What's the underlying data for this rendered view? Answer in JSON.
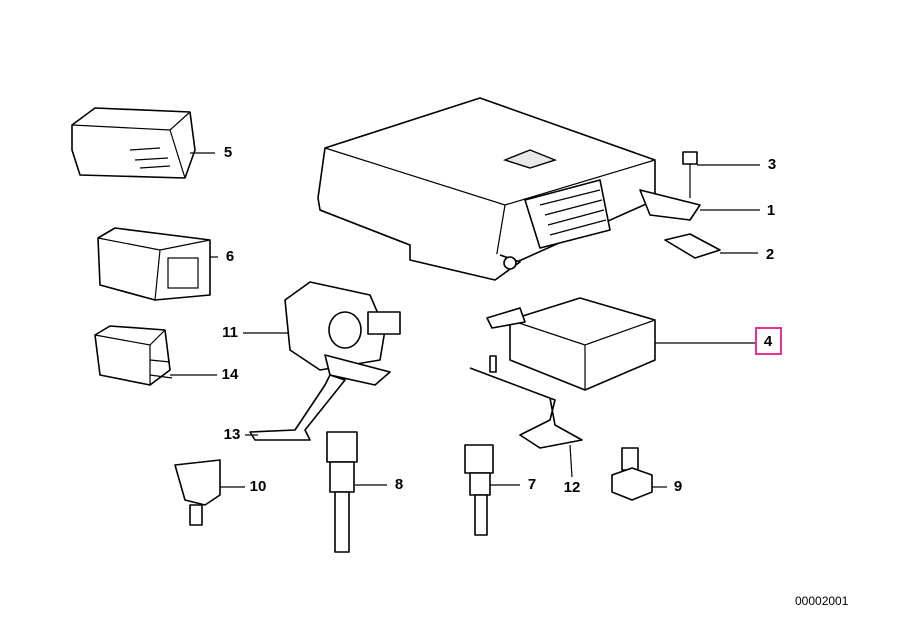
{
  "diagram": {
    "callouts": [
      "1",
      "2",
      "3",
      "4",
      "5",
      "6",
      "7",
      "8",
      "9",
      "10",
      "11",
      "12",
      "13",
      "14"
    ],
    "highlighted_callout": "4",
    "highlight_color": "#e6338f",
    "drawing_code": "00002001"
  }
}
